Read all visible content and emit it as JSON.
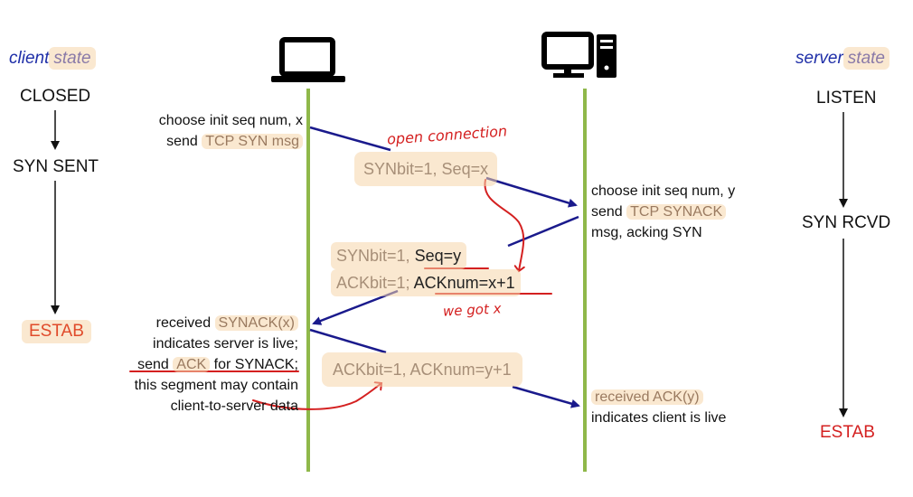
{
  "client": {
    "header_word": "client",
    "header_state": "state",
    "states": [
      "CLOSED",
      "SYN SENT",
      "ESTAB"
    ]
  },
  "server": {
    "header_word": "server",
    "header_state": "state",
    "states": [
      "LISTEN",
      "SYN RCVD",
      "ESTAB"
    ]
  },
  "client_text": {
    "syn_line1": "choose init seq num, x",
    "syn_line2_prefix": "send",
    "syn_line2_hl": "TCP SYN msg",
    "ack_line1_prefix": "received",
    "ack_line1_hl": "SYNACK(x)",
    "ack_line2": "indicates server is live;",
    "ack_line3_prefix": "send",
    "ack_line3_hl": "ACK",
    "ack_line3_suffix": "for SYNACK;",
    "ack_line4": "this segment may contain",
    "ack_line5": "client-to-server data"
  },
  "server_text": {
    "line1": "choose init seq num, y",
    "line2_prefix": "send",
    "line2_hl": "TCP SYNACK",
    "line3": "msg, acking SYN",
    "recv_hl": "received ACK(y)",
    "recv_line2": "indicates client is live"
  },
  "packets": {
    "syn": "SYNbit=1, Seq=x",
    "synack_l1_a": "SYNbit=1,",
    "synack_l1_b": "Seq=y",
    "synack_l2_a": "ACKbit=1;",
    "synack_l2_b": "ACKnum=x+1",
    "ack": "ACKbit=1, ACKnum=y+1"
  },
  "annotations": {
    "open_connection": "open connection",
    "we_got_x": "we got x"
  },
  "colors": {
    "arrow": "#1a1a8c",
    "timeline": "#8fb84a",
    "annotation": "#d42020",
    "estab_client": "#e04a2a",
    "estab_server": "#d42020"
  }
}
